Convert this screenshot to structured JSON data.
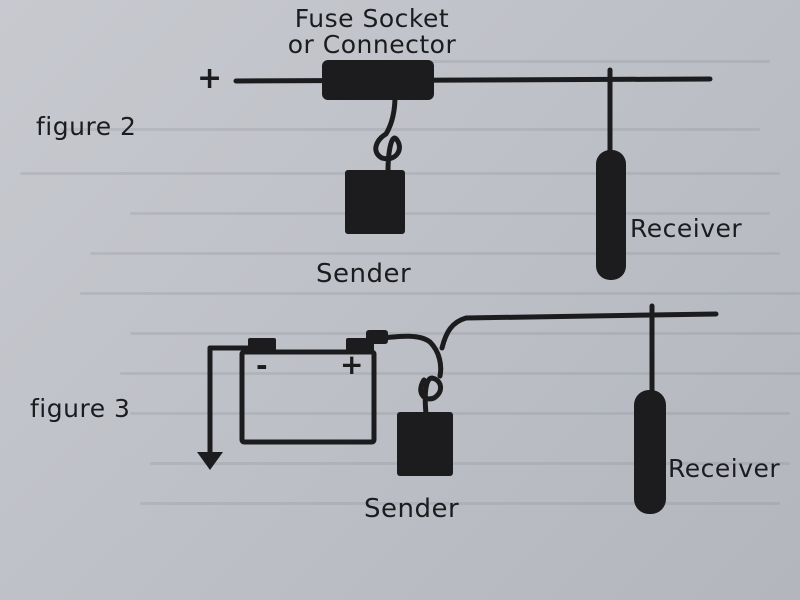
{
  "fuse_label": [
    "Fuse Socket",
    "or Connector"
  ],
  "figure2": {
    "title": "figure 2",
    "positive_sign": "+",
    "sender_label": "Sender",
    "receiver_label": "Receiver"
  },
  "figure3": {
    "title": "figure 3",
    "battery_negative": "-",
    "battery_positive": "+",
    "sender_label": "Sender",
    "receiver_label": "Receiver"
  },
  "colors": {
    "ink": "#1c1c1f",
    "paper": "#c3c6cc"
  }
}
